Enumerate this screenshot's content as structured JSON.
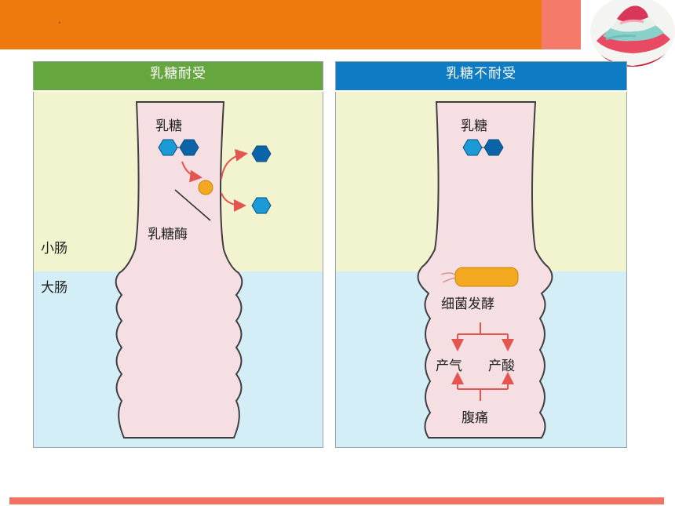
{
  "slide": {
    "dot_mark": "·"
  },
  "diagram": {
    "left_panel": {
      "title": "乳糖耐受",
      "header_color": "#66a63f",
      "lactose_label": "乳糖",
      "enzyme_label": "乳糖酶"
    },
    "right_panel": {
      "title": "乳糖不耐受",
      "header_color": "#0e7cc4",
      "lactose_label": "乳糖",
      "bacteria_label": "细菌发酵",
      "gas_label": "产气",
      "acid_label": "产酸",
      "pain_label": "腹痛"
    },
    "zone_labels": {
      "small_intestine": "小肠",
      "large_intestine": "大肠"
    }
  },
  "colors": {
    "top_bar": "#ee7a0d",
    "accent_block": "#f57a6a",
    "bottom_bar": "#f27364",
    "small_intestine_bg": "#f2f4cf",
    "large_intestine_bg": "#d4eef8",
    "intestine_fill": "#f6dfe3",
    "glucose_color": "#1a9ad6",
    "galactose_color": "#0c64a8",
    "enzyme_color": "#f3a91f",
    "arrow_color": "#e4554f"
  }
}
